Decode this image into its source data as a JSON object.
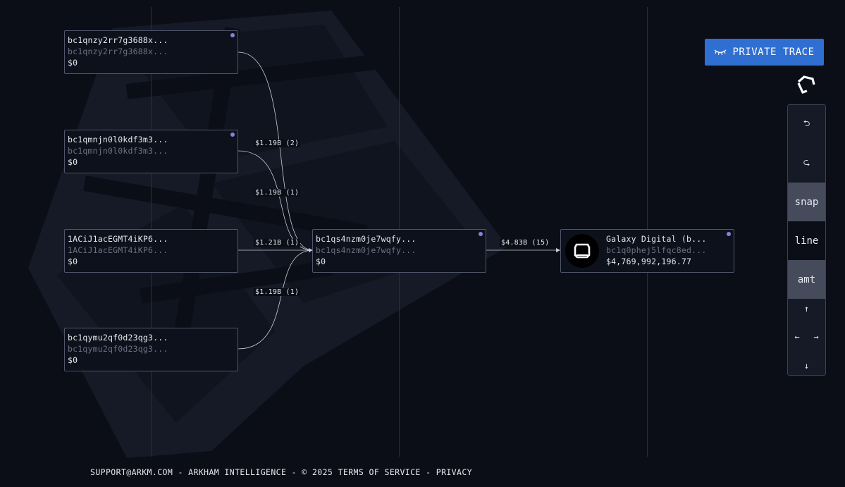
{
  "top_button": {
    "label": "PRIVATE TRACE",
    "icon": "eye-closed-icon"
  },
  "nodes": {
    "n1": {
      "name": "bc1qnzy2rr7g3688x...",
      "address": "bc1qnzy2rr7g3688x...",
      "balance": "$0"
    },
    "n2": {
      "name": "bc1qmnjn0l0kdf3m3...",
      "address": "bc1qmnjn0l0kdf3m3...",
      "balance": "$0"
    },
    "n3": {
      "name": "1ACiJ1acEGMT4iKP6...",
      "address": "1ACiJ1acEGMT4iKP6...",
      "balance": "$0"
    },
    "n4": {
      "name": "bc1qymu2qf0d23qg3...",
      "address": "bc1qymu2qf0d23qg3...",
      "balance": "$0"
    },
    "center": {
      "name": "bc1qs4nzm0je7wqfy...",
      "address": "bc1qs4nzm0je7wqfy...",
      "balance": "$0"
    },
    "entity": {
      "name": "Galaxy Digital (b...",
      "address": "bc1q0phej5lfqc8ed...",
      "balance": "$4,769,992,196.77"
    }
  },
  "edges": {
    "e1": "$1.19B (2)",
    "e2": "$1.19B (1)",
    "e3": "$1.21B (1)",
    "e4": "$1.19B (1)",
    "e5": "$4.83B (15)"
  },
  "controls": {
    "undo": "⮌",
    "redo": "⮎",
    "snap": "snap",
    "line": "line",
    "amt": "amt",
    "up": "↑",
    "left": "←",
    "right": "→",
    "down": "↓"
  },
  "footer": {
    "support": "SUPPORT@ARKM.COM",
    "sep1": " - ",
    "company": "ARKHAM INTELLIGENCE",
    "sep2": " - © 2025  ",
    "terms": "TERMS OF SERVICE",
    "sep3": " - ",
    "privacy": "PRIVACY"
  },
  "colors": {
    "background": "#0b0e17",
    "accent": "#2f6fd1",
    "node_dot": "#8a7fd9",
    "node_border": "#50556a"
  }
}
